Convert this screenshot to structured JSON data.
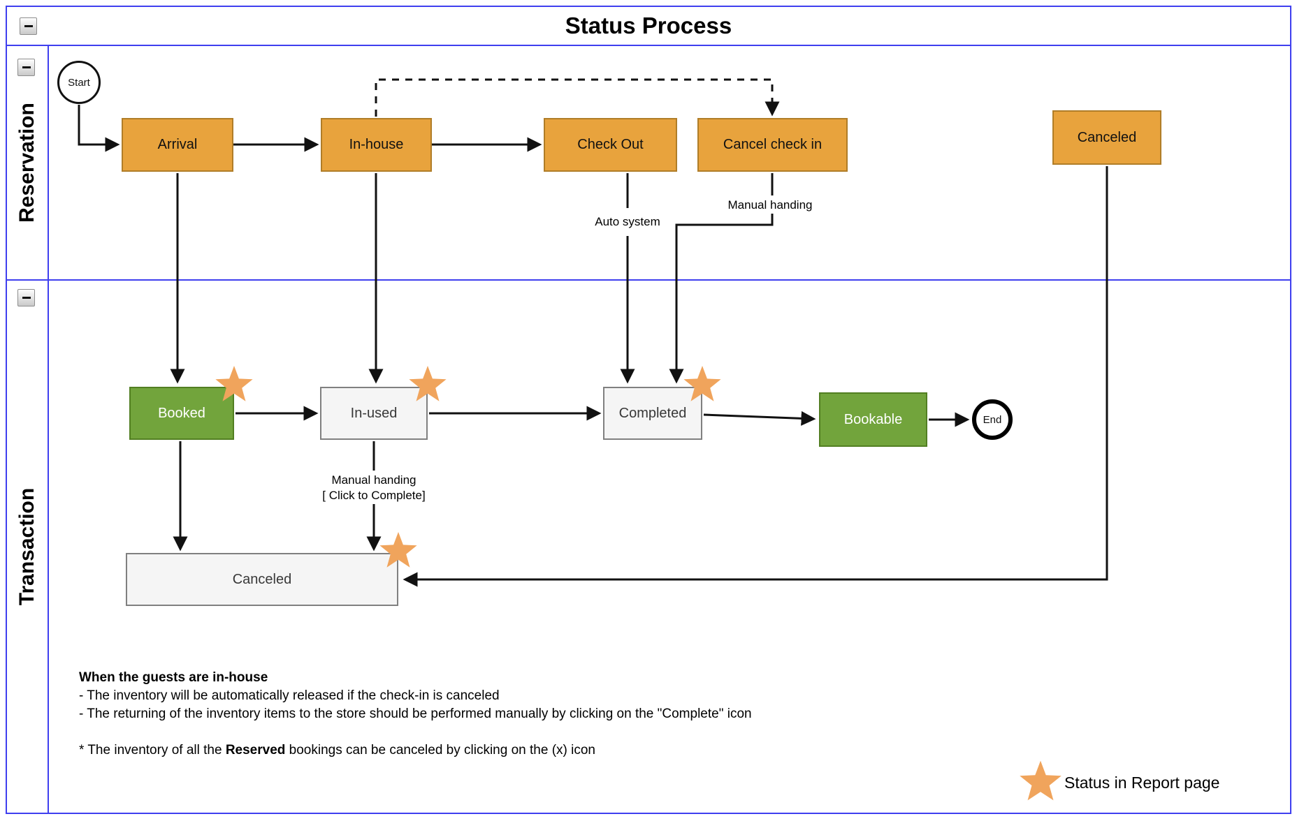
{
  "title": "Status Process",
  "lanes": [
    {
      "label": "Reservation"
    },
    {
      "label": "Transaction"
    }
  ],
  "nodes": {
    "start": "Start",
    "arrival": "Arrival",
    "in_house": "In-house",
    "check_out": "Check Out",
    "cancel_check_in": "Cancel check in",
    "canceled_reservation": "Canceled",
    "booked": "Booked",
    "in_used": "In-used",
    "completed": "Completed",
    "bookable": "Bookable",
    "end": "End",
    "canceled_transaction": "Canceled"
  },
  "edge_labels": {
    "auto_system": "Auto system",
    "manual_handing": "Manual handing",
    "manual_handing_2_line1": "Manual handing",
    "manual_handing_2_line2": "[ Click to Complete]"
  },
  "notes": {
    "heading": "When the guests are in-house",
    "bullet1": "- The inventory will be automatically released if the check-in is canceled",
    "bullet2": "- The returning of the inventory items to the store should be performed manually by clicking on the \"Complete\" icon",
    "footnote_prefix": "* The inventory of all the ",
    "footnote_bold": "Reserved",
    "footnote_suffix": " bookings can be canceled by clicking on the (x) icon"
  },
  "legend": {
    "label": "Status in Report page"
  },
  "colors": {
    "border_blue": "#3F3FEF",
    "orange_fill": "#E8A33D",
    "orange_stroke": "#B07D28",
    "green_fill": "#72A43C",
    "green_stroke": "#527F22",
    "gray_fill": "#F5F5F5",
    "gray_stroke": "#808080",
    "star_orange": "#F0A45C",
    "line_black": "#111111"
  }
}
